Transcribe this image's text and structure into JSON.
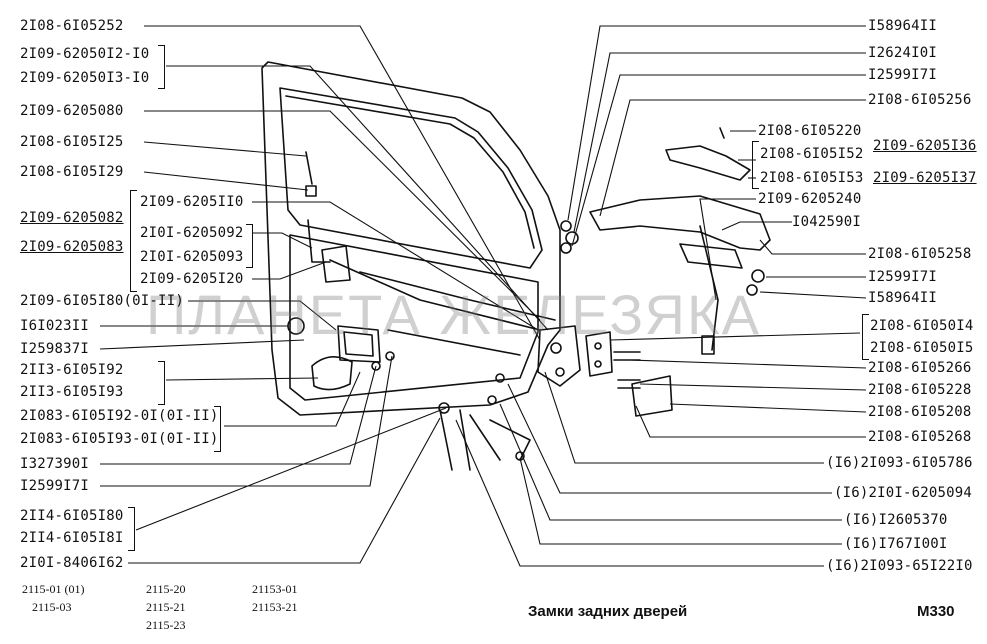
{
  "title": "Замки задних дверей",
  "code": "M330",
  "watermark": "ПЛАНЕТА ЖЕЛЕЗЯКА",
  "models": {
    "col1": [
      "2115-01 (01)",
      "2115-03"
    ],
    "col2": [
      "2115-20",
      "2115-21",
      "2115-23"
    ],
    "col3": [
      "21153-01",
      "21153-21"
    ]
  },
  "left_labels": [
    "2I08-6I05252",
    "2I09-62050I2-I0",
    "2I09-62050I3-I0",
    "2I09-6205080",
    "2I08-6I05I25",
    "2I08-6I05I29",
    "2I09-6205082",
    "2I09-6205083",
    "2I09-6205II0",
    "2I0I-6205092",
    "2I0I-6205093",
    "2I09-6205I20",
    "2I09-6I05I80(0I-II)",
    "I6I023II",
    "I259837I",
    "2II3-6I05I92",
    "2II3-6I05I93",
    "2I083-6I05I92-0I(0I-II)",
    "2I083-6I05I93-0I(0I-II)",
    "I327390I",
    "I2599I7I",
    "2II4-6I05I80",
    "2II4-6I05I8I",
    "2I0I-8406I62"
  ],
  "right_labels": [
    "I58964II",
    "I2624I0I",
    "I2599I7I",
    "2I08-6I05256",
    "2I08-6I05220",
    "2I08-6I05I52",
    "2I09-6205I36",
    "2I08-6I05I53",
    "2I09-6205I37",
    "2I09-6205240",
    "I042590I",
    "2I08-6I05258",
    "I2599I7I",
    "I58964II",
    "2I08-6I050I4",
    "2I08-6I050I5",
    "2I08-6I05266",
    "2I08-6I05228",
    "2I08-6I05208",
    "2I08-6I05268",
    "(I6)2I093-6I05786",
    "(I6)2I0I-6205094",
    "(I6)I2605370",
    "(I6)I767I00I",
    "(I6)2I093-65I22I0"
  ]
}
